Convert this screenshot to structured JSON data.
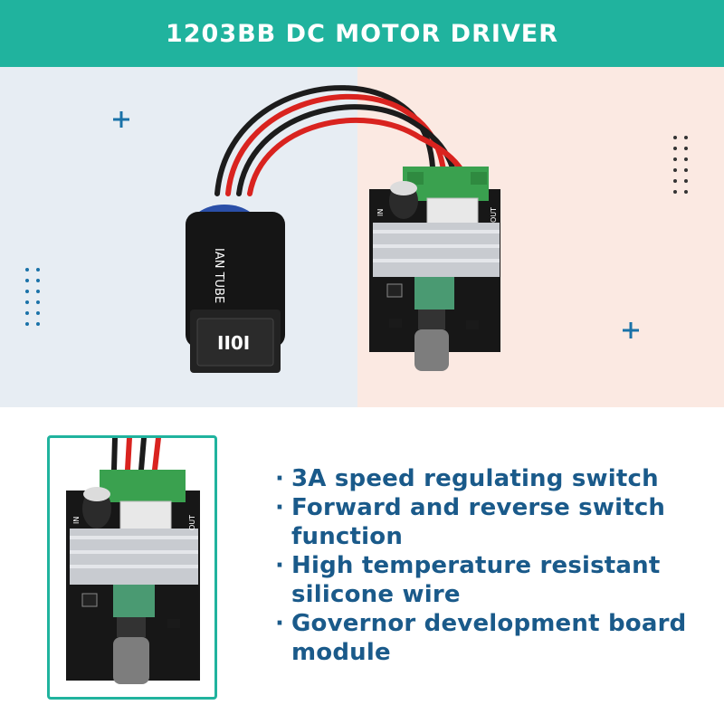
{
  "banner": {
    "title": "1203BB DC MOTOR DRIVER",
    "color": "#20b39e"
  },
  "hero": {
    "left_bg": "#e7edf3",
    "right_bg": "#fbe9e2",
    "switch_label": "IAN TUBE",
    "rocker_label": "II0I",
    "board_in_label": "IN",
    "board_out_label": "OUT"
  },
  "thumb": {
    "border_color": "#20b39e",
    "in_label": "IN",
    "out_label": "OUT"
  },
  "features": {
    "bullet": "·",
    "items": [
      "3A speed regulating switch",
      "Forward and reverse switch function",
      "High temperature resistant silicone wire",
      "Governor development board module"
    ]
  }
}
